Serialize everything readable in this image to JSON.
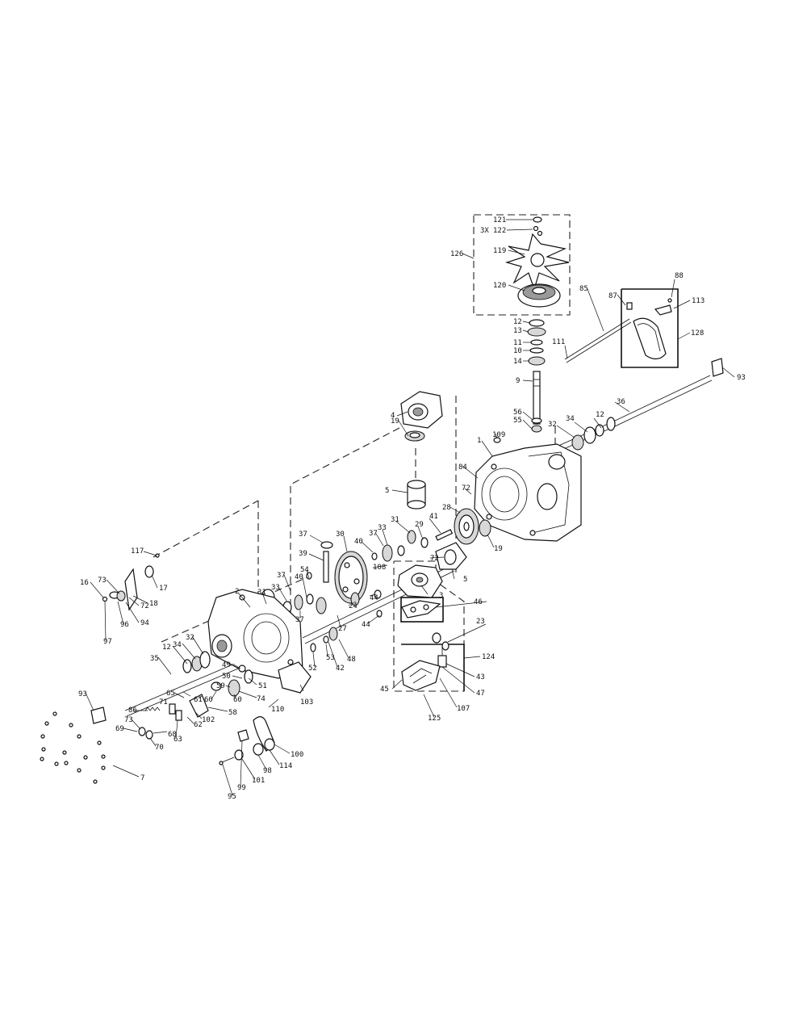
{
  "callouts": {
    "p121": "121",
    "p3x": "3X",
    "p122": "122",
    "p126": "126",
    "p119": "119",
    "p120": "120",
    "p12a": "12",
    "p13": "13",
    "p11": "11",
    "p10": "10",
    "p14": "14",
    "p9": "9",
    "p56": "56",
    "p55": "55",
    "p85": "85",
    "p87": "87",
    "p88": "88",
    "p113": "113",
    "p128": "128",
    "p111": "111",
    "p93a": "93",
    "p36": "36",
    "p12b": "12",
    "p34a": "34",
    "p32a": "32",
    "p109": "109",
    "p1": "1",
    "p19a": "19",
    "p4": "4",
    "p84": "84",
    "p72a": "72",
    "p5a": "5",
    "p41": "41",
    "p28": "28",
    "p29": "29",
    "p31a": "31",
    "p33a": "33",
    "p37a": "37",
    "p40a": "40",
    "p30": "30",
    "p37b": "37",
    "p39": "39",
    "p108": "108",
    "p72b": "72",
    "p19b": "19",
    "p5b": "5",
    "p3": "3",
    "p46": "46",
    "p23": "23",
    "p124": "124",
    "p43": "43",
    "p47": "47",
    "p45": "45",
    "p107": "107",
    "p125": "125",
    "p117": "117",
    "p16": "16",
    "p73a": "73",
    "p17": "17",
    "p72c": "72",
    "p18": "18",
    "p96": "96",
    "p94": "94",
    "p97": "97",
    "p2": "2",
    "p31b": "31",
    "p37c": "37",
    "p33b": "33",
    "p40b": "40",
    "p54": "54",
    "p37d": "37",
    "p44a": "44",
    "p44b": "44",
    "p24": "24",
    "p27": "27",
    "p48": "48",
    "p42": "42",
    "p53": "53",
    "p52": "52",
    "p12c": "12",
    "p34b": "34",
    "p32b": "32",
    "p35": "35",
    "p49": "49",
    "p50": "50",
    "p51": "51",
    "p59": "59",
    "p74": "74",
    "p60a": "60",
    "p60b": "60",
    "p61": "61",
    "p65": "65",
    "p71": "71",
    "p58": "58",
    "p102": "102",
    "p62": "62",
    "p103": "103",
    "p110": "110",
    "p93b": "93",
    "p86": "86",
    "p73b": "73",
    "p68": "68",
    "p63": "63",
    "p69": "69",
    "p70": "70",
    "p7": "7",
    "p100": "100",
    "p114": "114",
    "p98": "98",
    "p101": "101",
    "p99": "99",
    "p95": "95"
  }
}
